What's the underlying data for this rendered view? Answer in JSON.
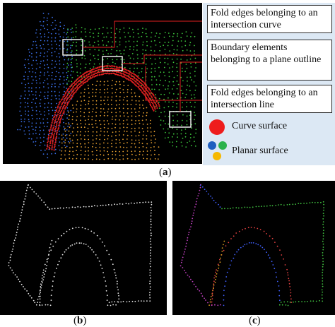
{
  "panel_a": {
    "callouts": [
      "Fold edges belonging to an intersection curve",
      "Boundary elements belonging to a plane outline",
      "Fold edges belonging to an intersection line"
    ],
    "legend": {
      "curve_label": "Curve surface",
      "planar_label": "Planar surface",
      "curve_color": "#ee1c1c",
      "planar_colors": [
        "#1f5fbf",
        "#2bb24c",
        "#f5b800"
      ]
    },
    "point_colors": {
      "blue_plane": "#3a6ee8",
      "green_plane": "#3cc43c",
      "red_curve": "#e02020",
      "orange_curve": "#e6a030",
      "marker_box": "#ffffff",
      "leader_line": "#e02020"
    }
  },
  "panel_b": {
    "point_color": "#e8e8e8"
  },
  "panel_c": {
    "point_colors": [
      "#c040c0",
      "#4060ff",
      "#40c040",
      "#e0a020",
      "#e04040"
    ]
  },
  "captions": {
    "a_open": "(",
    "a_letter": "a",
    "a_close": ")",
    "b_open": "(",
    "b_letter": "b",
    "b_close": ")",
    "c_open": "(",
    "c_letter": "c",
    "c_close": ")"
  }
}
